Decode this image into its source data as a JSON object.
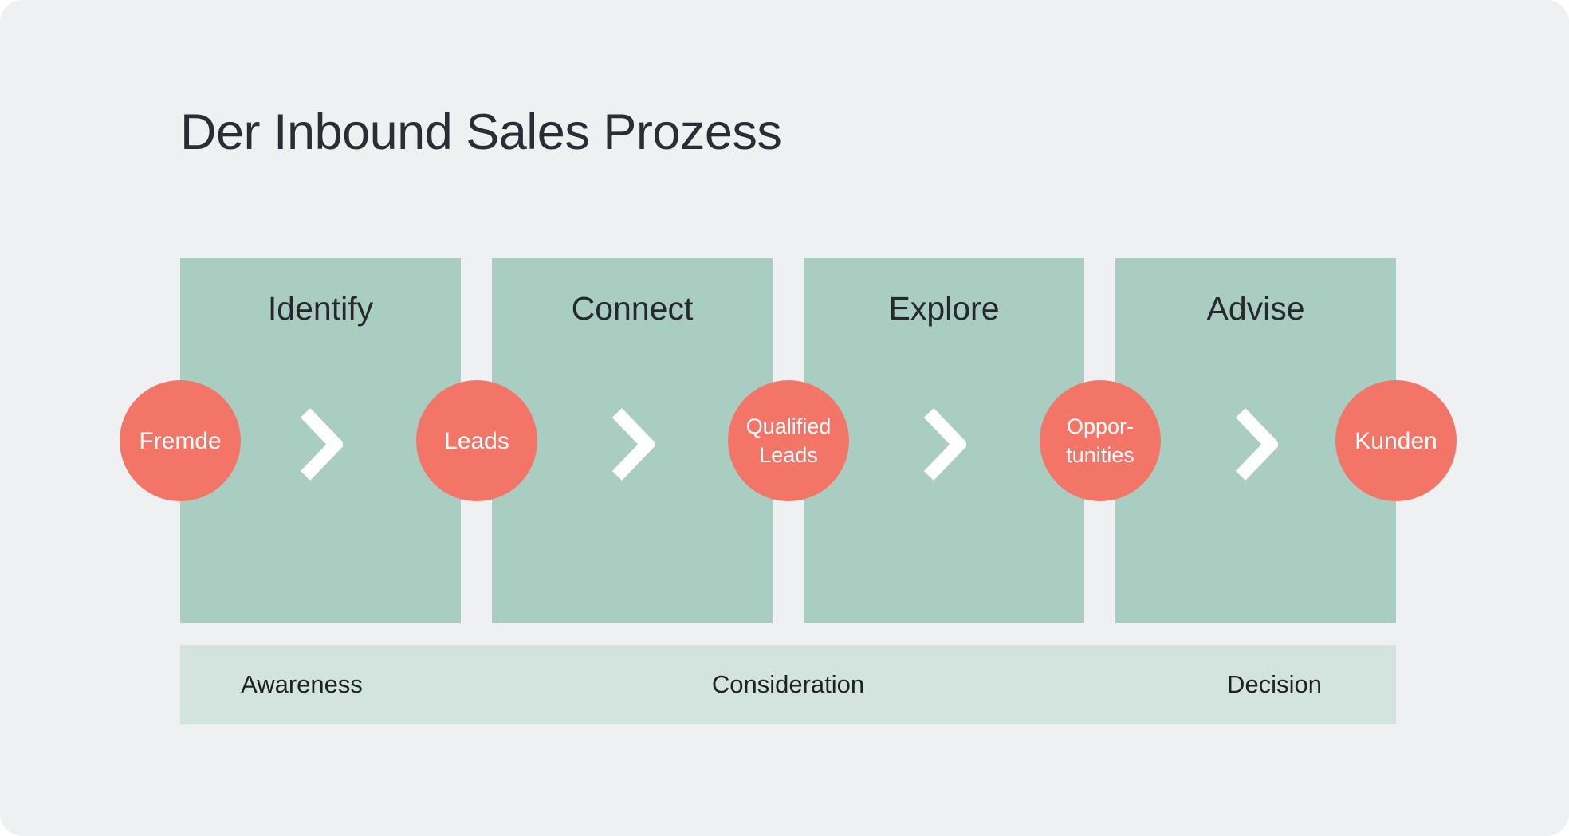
{
  "title": "Der Inbound Sales Prozess",
  "stages": [
    {
      "label": "Identify"
    },
    {
      "label": "Connect"
    },
    {
      "label": "Explore"
    },
    {
      "label": "Advise"
    }
  ],
  "milestones": [
    {
      "line1": "Fremde",
      "line2": ""
    },
    {
      "line1": "Leads",
      "line2": ""
    },
    {
      "line1": "Qualified",
      "line2": "Leads"
    },
    {
      "line1": "Oppor-",
      "line2": "tunities"
    },
    {
      "line1": "Kunden",
      "line2": ""
    }
  ],
  "funnel_bar": {
    "labels": [
      "Awareness",
      "Consideration",
      "Decision"
    ]
  },
  "colors": {
    "background": "#eef0f1",
    "stage_box": "#a9cec1",
    "milestone_circle": "#f27568",
    "funnel_bar": "#d3e3dd",
    "heading_text": "#2a2d33",
    "bar_text": "#1e2125",
    "circle_text": "#ffffff",
    "chevron": "#ffffff"
  }
}
